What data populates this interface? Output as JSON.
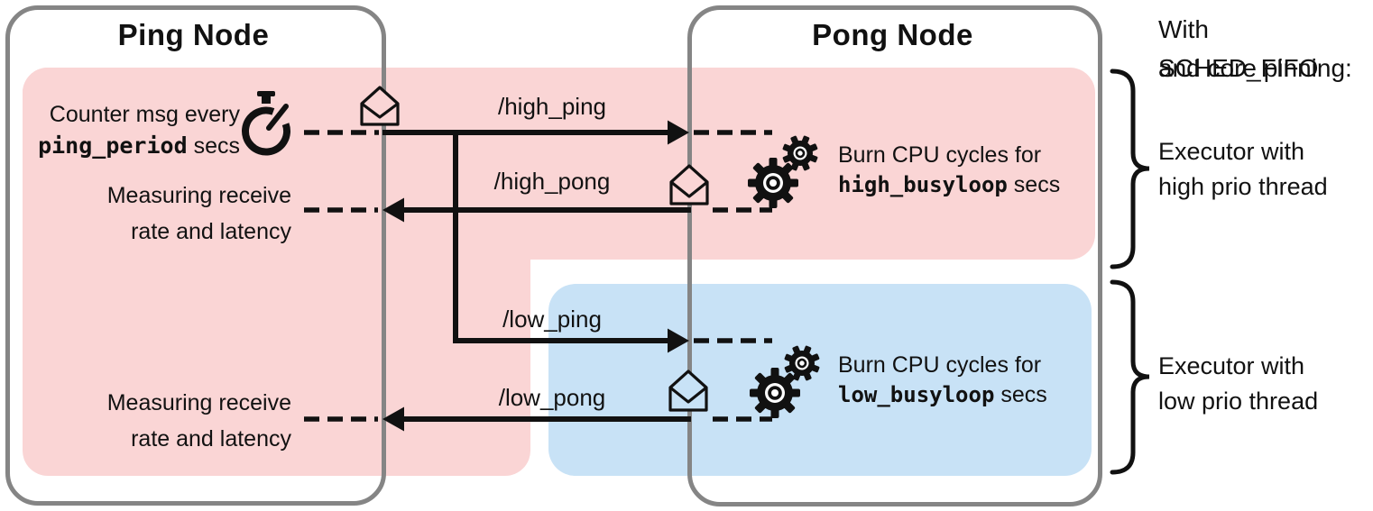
{
  "nodes": {
    "ping": {
      "title": "Ping Node"
    },
    "pong": {
      "title": "Pong Node"
    }
  },
  "ping": {
    "counter_line1": "Counter msg every",
    "counter_param": "ping_period",
    "counter_suffix": " secs",
    "measuring_line1": "Measuring receive",
    "measuring_line2": "rate and latency"
  },
  "pong": {
    "burn_line1": "Burn CPU cycles for",
    "high_param": "high_busyloop",
    "low_param": "low_busyloop",
    "burn_suffix": " secs"
  },
  "topics": {
    "high_ping": "/high_ping",
    "high_pong": "/high_pong",
    "low_ping": "/low_ping",
    "low_pong": "/low_pong"
  },
  "annotations": {
    "sched_line1": "With SCHED_FIFO",
    "sched_line2": "and core pinning:",
    "executor_high_line1": "Executor with",
    "executor_high_line2": "high prio thread",
    "executor_low_line1": "Executor with",
    "executor_low_line2": "low prio thread"
  },
  "icons": {
    "timer": "stopwatch-icon",
    "message_high_ping": "envelope-icon",
    "message_high_pong": "envelope-icon",
    "message_low_pong": "envelope-icon",
    "cpu_high": "gears-icon",
    "cpu_low": "gears-icon"
  },
  "colors": {
    "high_prio_region": "#fad5d5",
    "low_prio_region": "#c8e2f6",
    "node_border": "#858585",
    "ink": "#111111"
  }
}
